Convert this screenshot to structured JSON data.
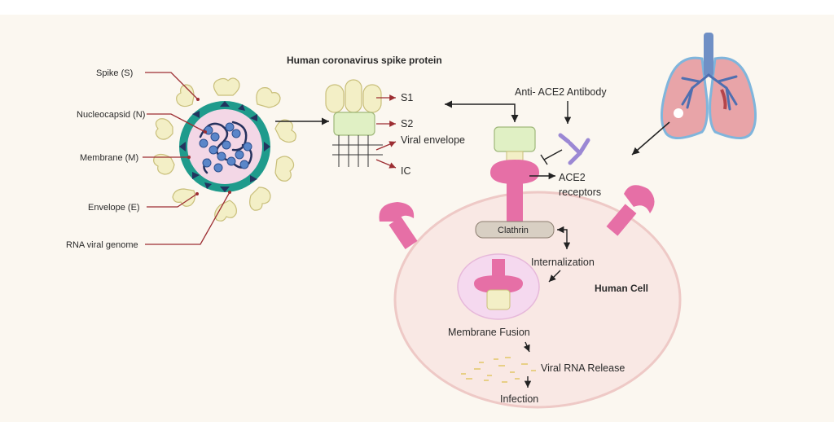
{
  "title": "Human coronavirus spike protein",
  "virus_labels": {
    "spike": "Spike (S)",
    "nucleocapsid": "Nucleocapsid (N)",
    "membrane": "Membrane (M)",
    "envelope": "Envelope (E)",
    "rna": "RNA viral genome"
  },
  "spike_labels": {
    "s1": "S1",
    "s2": "S2",
    "viral_envelope": "Viral envelope",
    "ic": "IC"
  },
  "antibody_label": "Anti- ACE2 Antibody",
  "ace2_label": [
    "ACE2",
    "receptors"
  ],
  "clathrin_label": "Clathrin",
  "internalization_label": "Internalization",
  "human_cell_label": "Human Cell",
  "membrane_fusion_label": "Membrane Fusion",
  "viral_rna_label": "Viral RNA Release",
  "infection_label": "Infection",
  "colors": {
    "background": "#fbf7f0",
    "cell_fill": "#f9e8e4",
    "cell_stroke": "#eec9c6",
    "receptor_pink": "#e66fa6",
    "spike_yellow": "#f3efc6",
    "spike_green": "#e0f0c4",
    "virus_teal": "#1f9b8c",
    "virus_core": "#f3d7e6",
    "nucleocapsid_blue": "#3f6fb8",
    "clathrin_fill": "#d8cfc3",
    "arrow_dark": "#222222",
    "arrow_red": "#9c2d32",
    "antibody_purple": "#9b88d4",
    "lung_pink": "#e8a4a8",
    "lung_blue": "#7fb5dc"
  }
}
